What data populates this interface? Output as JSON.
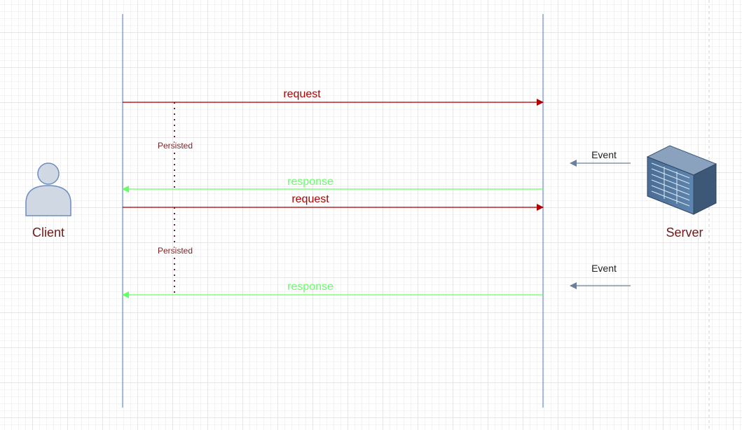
{
  "actors": {
    "client_label": "Client",
    "server_label": "Server"
  },
  "messages": {
    "request_1": "request",
    "response_1": "response",
    "request_2": "request",
    "response_2": "response"
  },
  "notes": {
    "persisted_1": "Persisted",
    "persisted_2": "Persisted"
  },
  "events": {
    "event_1": "Event",
    "event_2": "Event"
  },
  "colors": {
    "lifeline": "#6c8ebf",
    "request": "#b20000",
    "response": "#66ff66",
    "persisted_line": "#7a1f1f",
    "event_arrow": "#6a7f9c",
    "actor_label": "#6b1a1a"
  }
}
